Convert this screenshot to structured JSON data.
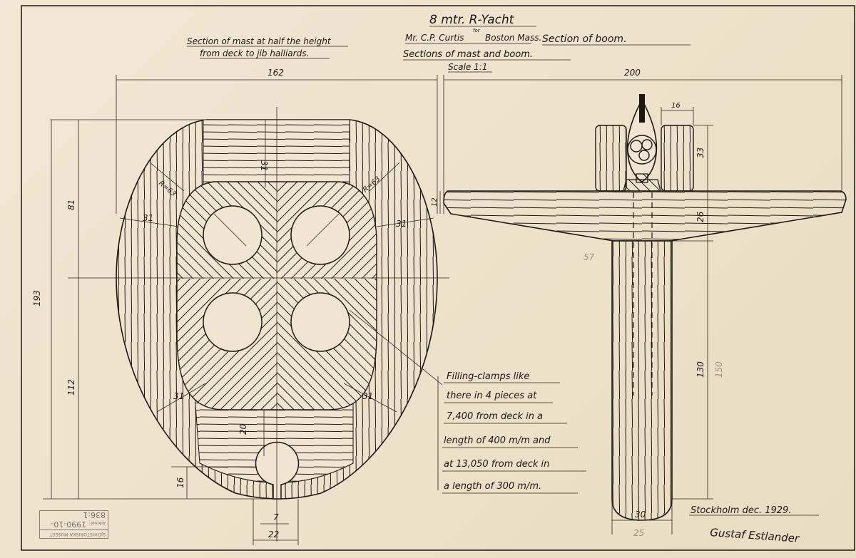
{
  "title": "8 mtr. R-Yacht",
  "client": "Mr. C.P. Curtis",
  "client_for": "for",
  "location": "Boston Mass.",
  "subtitle": "Sections of mast and boom.",
  "scale": "Scale 1:1",
  "mast_caption_1": "Section of mast at half the height",
  "mast_caption_2": "from deck to jib halliards.",
  "boom_caption": "Section of boom.",
  "dimensions": {
    "mast_width": "162",
    "boom_width": "200",
    "mast_height": "193",
    "upper_height": "81",
    "lower_height": "112",
    "top_thickness": "31",
    "side_left": "31",
    "side_right": "31",
    "bottom_left": "31",
    "bottom_right": "31",
    "radius_left": "R=63",
    "radius_right": "R=63",
    "slot_depth": "20",
    "slot_height": "16",
    "slot_width": "7",
    "slot_outer": "22",
    "block_width": "16",
    "block_height": "33",
    "boom_flange": "12",
    "boom_depth": "26",
    "boom_stem": "130",
    "stem_width": "30",
    "pencil_1": "57",
    "pencil_2": "150",
    "pencil_3": "25"
  },
  "note_lines": [
    "Filling-clamps like",
    "there in 4 pieces at",
    "7,400 from deck in a",
    "length of 400 m/m and",
    "at 13,050 from deck in",
    "a length of 300 m/m."
  ],
  "place_date": "Stockholm dec. 1929.",
  "signature": "Gustaf Estlander",
  "stamp": {
    "org": "SJÖHISTORISKA MUSEET",
    "label": "Arkivet:",
    "number": "1990-10-836:1"
  }
}
